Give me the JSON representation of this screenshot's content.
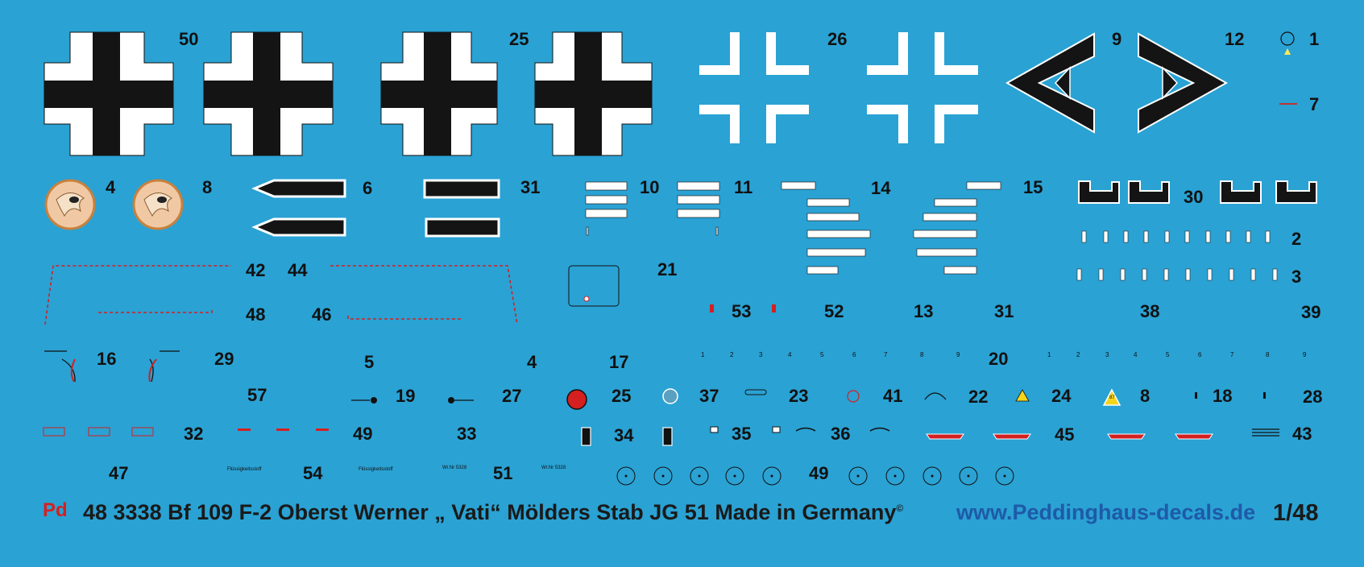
{
  "sheet": {
    "brand": "Pd",
    "product_line": "48 3338 Bf 109 F-2 Oberst Werner „ Vati“ Mölders Stab JG 51  Made in Germany",
    "copyright": "©",
    "website": "www.Peddinghaus-decals.de",
    "scale": "1/48"
  },
  "colors": {
    "background": "#2aa2d4",
    "cross_black": "#141414",
    "white": "#ffffff",
    "red": "#d42020",
    "url_blue": "#1e5aa8"
  },
  "decal_numbers": [
    "50",
    "25",
    "26",
    "9",
    "12",
    "1",
    "7",
    "4",
    "8",
    "6",
    "31",
    "10",
    "11",
    "14",
    "15",
    "30",
    "2",
    "3",
    "21",
    "42",
    "44",
    "48",
    "46",
    "53",
    "52",
    "13",
    "31",
    "38",
    "39",
    "16",
    "29",
    "5",
    "4",
    "17",
    "20",
    "57",
    "19",
    "27",
    "25",
    "37",
    "23",
    "41",
    "22",
    "24",
    "8",
    "18",
    "28",
    "32",
    "49",
    "33",
    "34",
    "35",
    "36",
    "45",
    "43",
    "47",
    "54",
    "51",
    "49"
  ],
  "stencil_texts": {
    "wr_nr_1": "Wr.Nr 5328",
    "wr_nr_2": "Wr.Nr 5328",
    "fluid_1": "Flüssigkeitsstoff",
    "fluid_2": "Flüssigkeitsstoff",
    "fuel_87": "87"
  },
  "tick_row_1": [
    "1",
    "2",
    "3",
    "4",
    "5",
    "6",
    "7",
    "8",
    "9"
  ],
  "tick_row_2": [
    "1",
    "2",
    "3",
    "4",
    "5",
    "6",
    "7",
    "8",
    "9"
  ]
}
